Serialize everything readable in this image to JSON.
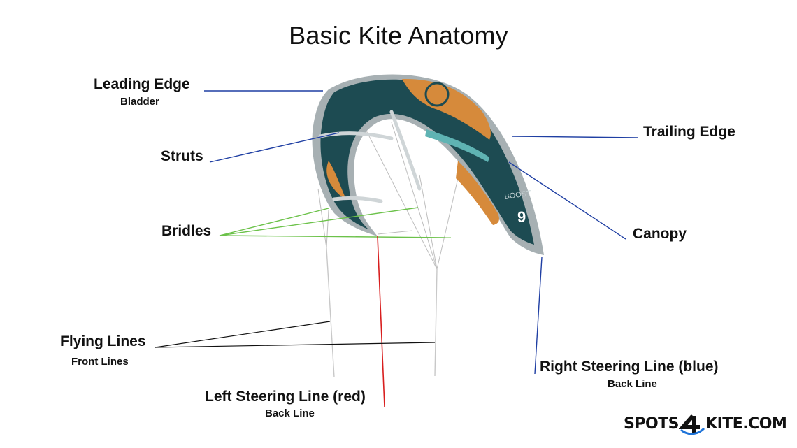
{
  "title": "Basic Kite Anatomy",
  "labels": {
    "leading_edge": "Leading Edge",
    "bladder": "Bladder",
    "struts": "Struts",
    "bridles": "Bridles",
    "trailing_edge": "Trailing Edge",
    "canopy": "Canopy",
    "flying_lines": "Flying Lines",
    "front_lines": "Front Lines",
    "left_steering": "Left Steering Line (red)",
    "left_back": "Back Line",
    "right_steering": "Right Steering Line (blue)",
    "right_back": "Back Line"
  },
  "kite_print": {
    "model": "BOOST",
    "size": "9"
  },
  "logo": {
    "left": "SPOTS",
    "right": "KITE.COM"
  },
  "colors": {
    "pointer_blue": "#1f3fa3",
    "bridle_green": "#6cc24a",
    "left_line_red": "#d81e1e",
    "canopy_teal": "#1d4b52",
    "canopy_orange": "#d68a3b",
    "frame_gray": "#a7b0b3"
  }
}
